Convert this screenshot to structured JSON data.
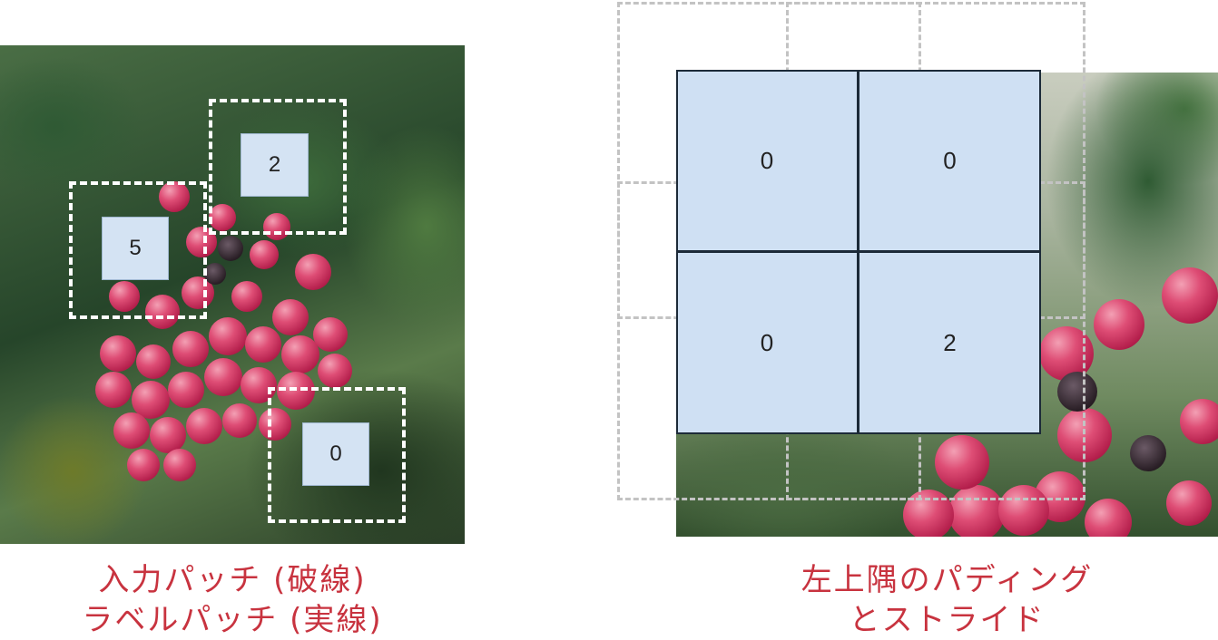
{
  "left_panel": {
    "patch_labels": [
      {
        "value": "2"
      },
      {
        "value": "5"
      },
      {
        "value": "0"
      }
    ],
    "caption_lines": [
      "入力パッチ (破線)",
      "ラベルパッチ (実線)"
    ]
  },
  "right_panel": {
    "grid_values": [
      "0",
      "0",
      "0",
      "2"
    ],
    "caption_lines": [
      "左上隅のパディング",
      "とストライド"
    ]
  },
  "colors": {
    "label_fill": "#d4e3f3",
    "grid_line": "#1c2a38",
    "caption_text": "#c8333f",
    "input_dash_left": "#ffffff",
    "input_dash_right": "#c3c3c3"
  }
}
